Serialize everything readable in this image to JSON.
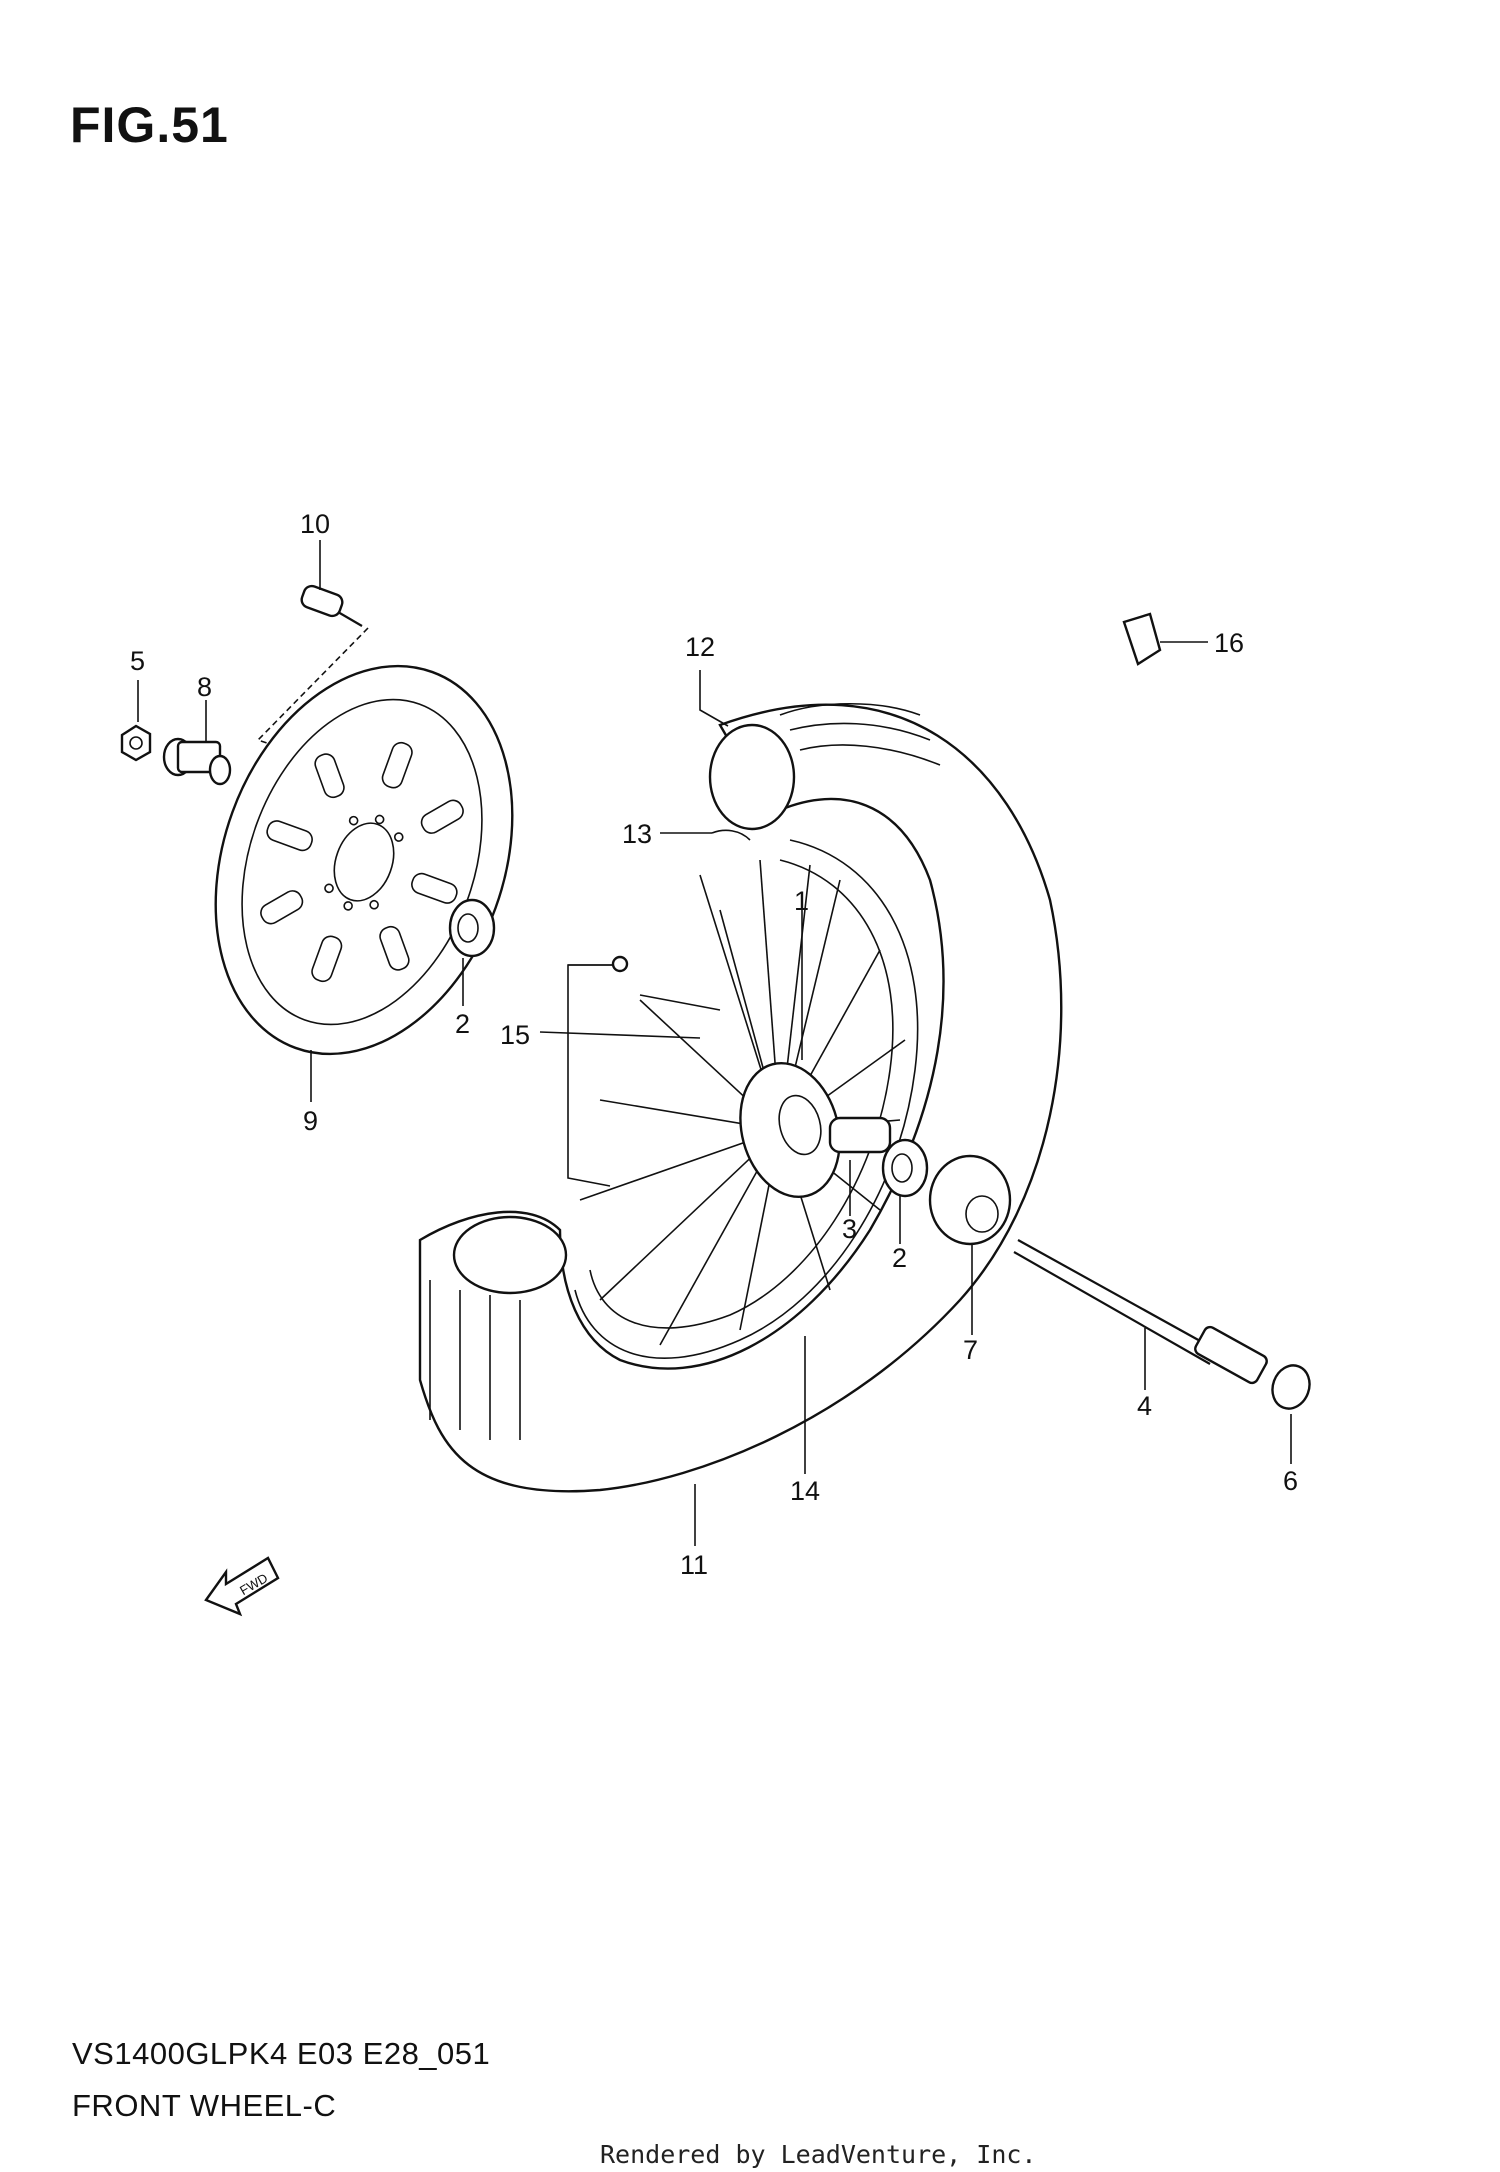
{
  "header": {
    "figure_label": "FIG.51"
  },
  "footer": {
    "model_code": "VS1400GLPK4 E03 E28_051",
    "section_name": "FRONT WHEEL-C",
    "credit": "Rendered by LeadVenture, Inc."
  },
  "callouts": {
    "c1": "1",
    "c2a": "2",
    "c2b": "2",
    "c3": "3",
    "c4": "4",
    "c5": "5",
    "c6": "6",
    "c7": "7",
    "c8": "8",
    "c9": "9",
    "c10": "10",
    "c11": "11",
    "c12": "12",
    "c13": "13",
    "c14": "14",
    "c15": "15",
    "c16": "16"
  },
  "icons": {
    "forward": "FWD"
  }
}
